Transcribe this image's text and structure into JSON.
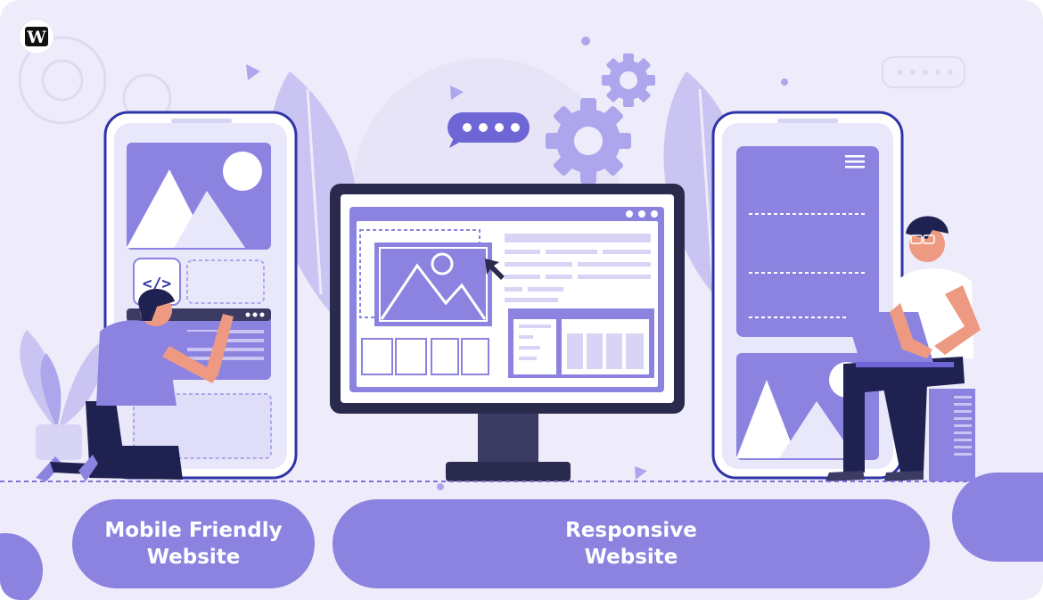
{
  "logo": {
    "letter": "W"
  },
  "labels": {
    "mobile_line1": "Mobile Friendly",
    "mobile_line2": "Website",
    "responsive_line1": "Responsive",
    "responsive_line2": "Website"
  },
  "colors": {
    "background": "#eeecfa",
    "accent": "#8c83e0",
    "dark_frame": "#2a2a4c",
    "device_blue": "#2f35a8",
    "light_purple": "#c9c4f1"
  },
  "icons": [
    "w-logo-icon",
    "gear-icon",
    "chat-bubble-icon",
    "code-icon",
    "cursor-arrow-icon",
    "mountain-image-icon",
    "hamburger-menu-icon",
    "laptop-icon",
    "plant-icon"
  ]
}
